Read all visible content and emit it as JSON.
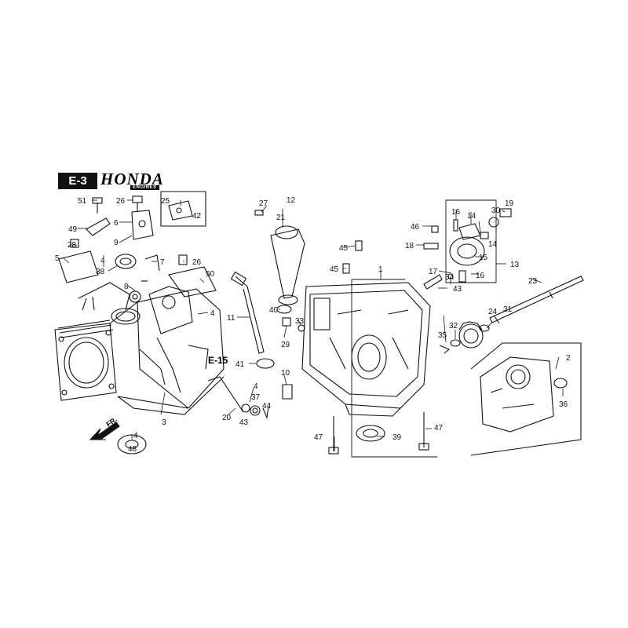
{
  "header": {
    "section": "E-3",
    "brand": "HONDA",
    "brand_sub": "ENGINES"
  },
  "refs": {
    "cross_ref": "E-15",
    "direction": "FR."
  },
  "callouts": [
    {
      "id": "c51",
      "text": "51"
    },
    {
      "id": "c26a",
      "text": "26"
    },
    {
      "id": "c25",
      "text": "25"
    },
    {
      "id": "c42",
      "text": "42"
    },
    {
      "id": "c6",
      "text": "6"
    },
    {
      "id": "c49",
      "text": "49"
    },
    {
      "id": "c9",
      "text": "9"
    },
    {
      "id": "c28",
      "text": "28"
    },
    {
      "id": "c5",
      "text": "5"
    },
    {
      "id": "c4a",
      "text": "4"
    },
    {
      "id": "c38",
      "text": "38"
    },
    {
      "id": "c7",
      "text": "7"
    },
    {
      "id": "c26b",
      "text": "26"
    },
    {
      "id": "c8",
      "text": "8"
    },
    {
      "id": "c50",
      "text": "50"
    },
    {
      "id": "c4b",
      "text": "4"
    },
    {
      "id": "c3",
      "text": "3"
    },
    {
      "id": "c4c",
      "text": "4"
    },
    {
      "id": "c48",
      "text": "48"
    },
    {
      "id": "c27",
      "text": "27"
    },
    {
      "id": "c12",
      "text": "12"
    },
    {
      "id": "c21",
      "text": "21"
    },
    {
      "id": "c11",
      "text": "11"
    },
    {
      "id": "c40",
      "text": "40"
    },
    {
      "id": "c33",
      "text": "33"
    },
    {
      "id": "c29",
      "text": "29"
    },
    {
      "id": "c41",
      "text": "41"
    },
    {
      "id": "c10",
      "text": "10"
    },
    {
      "id": "c4d",
      "text": "4"
    },
    {
      "id": "c37",
      "text": "37"
    },
    {
      "id": "c20",
      "text": "20"
    },
    {
      "id": "c43a",
      "text": "43"
    },
    {
      "id": "c44",
      "text": "44"
    },
    {
      "id": "c45a",
      "text": "45"
    },
    {
      "id": "c45b",
      "text": "45"
    },
    {
      "id": "c1",
      "text": "1"
    },
    {
      "id": "c47a",
      "text": "47"
    },
    {
      "id": "c39",
      "text": "39"
    },
    {
      "id": "c47b",
      "text": "47"
    },
    {
      "id": "c46",
      "text": "46"
    },
    {
      "id": "c18",
      "text": "18"
    },
    {
      "id": "c16a",
      "text": "16"
    },
    {
      "id": "c14a",
      "text": "14"
    },
    {
      "id": "c19",
      "text": "19"
    },
    {
      "id": "c30",
      "text": "30"
    },
    {
      "id": "c14b",
      "text": "14"
    },
    {
      "id": "c15",
      "text": "15"
    },
    {
      "id": "c13",
      "text": "13"
    },
    {
      "id": "c17",
      "text": "17"
    },
    {
      "id": "c34",
      "text": "34"
    },
    {
      "id": "c16b",
      "text": "16"
    },
    {
      "id": "c43b",
      "text": "43"
    },
    {
      "id": "c23",
      "text": "23"
    },
    {
      "id": "c24",
      "text": "24"
    },
    {
      "id": "c31",
      "text": "31"
    },
    {
      "id": "c32",
      "text": "32"
    },
    {
      "id": "c35",
      "text": "35"
    },
    {
      "id": "c2",
      "text": "2"
    },
    {
      "id": "c36",
      "text": "36"
    }
  ]
}
